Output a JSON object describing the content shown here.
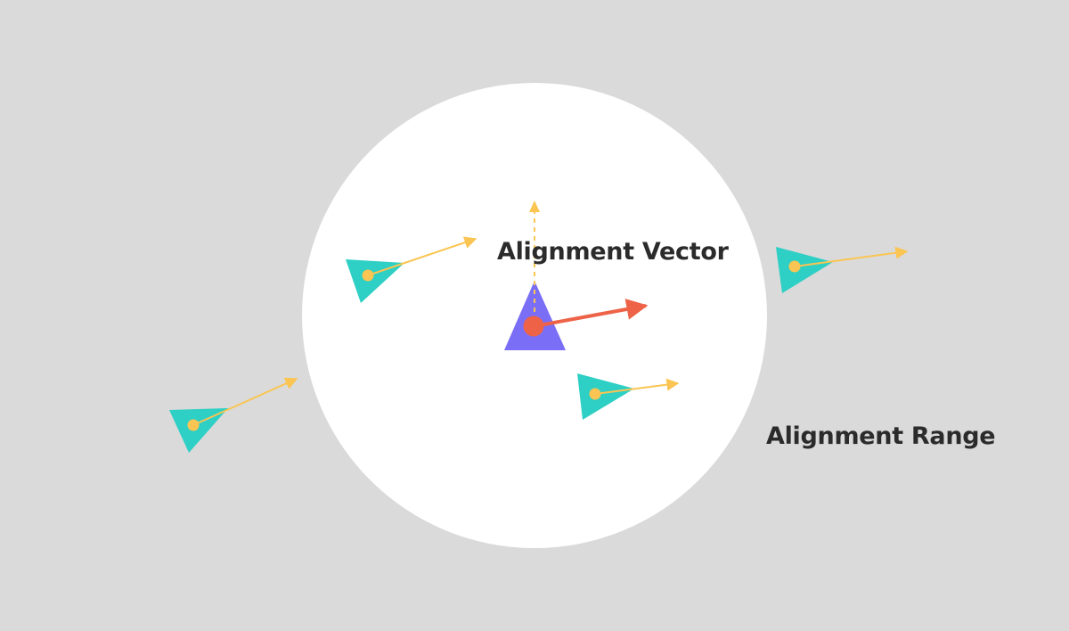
{
  "labels": {
    "alignment_vector": "Alignment Vector",
    "alignment_range": "Alignment Range"
  },
  "colors": {
    "background": "#dadada",
    "range_circle": "#ffffff",
    "label_text": "#2b2b2b",
    "focal_agent": "#7b6ef6",
    "focal_center": "#ee6347",
    "alignment_vector": "#ee6347",
    "neighbor_agent": "#2ecfc4",
    "neighbor_center": "#fac552",
    "velocity_vector": "#fac552"
  },
  "icons": {
    "focal_agent": "triangle",
    "neighbor_agent": "triangle",
    "vector": "arrow"
  }
}
